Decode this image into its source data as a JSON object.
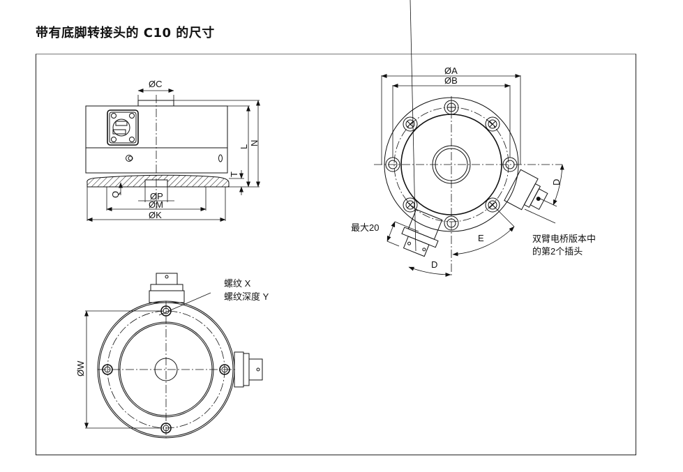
{
  "title": "带有底脚转接头的 C10 的尺寸",
  "side_view": {
    "labels": {
      "c": "ØC",
      "p": "ØP",
      "m": "ØM",
      "k": "ØK",
      "l": "L",
      "n": "N",
      "t": "T",
      "q": "Q"
    }
  },
  "top_view": {
    "labels": {
      "a": "ØA",
      "b": "ØB",
      "d_right": "D",
      "d_bottom": "D",
      "e": "E",
      "max20": "最大20"
    },
    "note_line1": "双臂电桥版本中",
    "note_line2": "的第2个插头"
  },
  "bottom_view": {
    "labels": {
      "w": "ØW"
    },
    "thread_x": "螺纹 X",
    "thread_depth_y": "螺纹深度 Y"
  },
  "colors": {
    "ink": "#111111",
    "frame": "#222222",
    "background": "#ffffff"
  }
}
